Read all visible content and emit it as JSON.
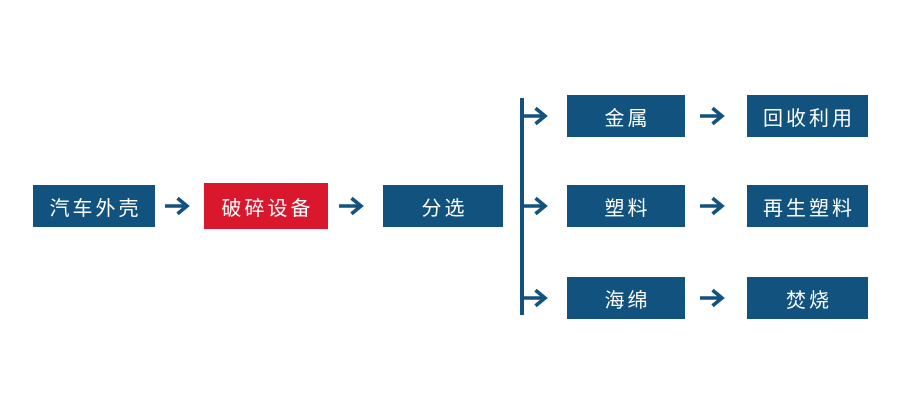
{
  "colors": {
    "primary_blue": "#12527E",
    "accent_red": "#D9182D",
    "text_white": "#FFFFFF",
    "background": "#FFFFFF"
  },
  "flow": {
    "source": {
      "label": "汽车外壳"
    },
    "process": {
      "label": "破碎设备"
    },
    "sorting": {
      "label": "分选"
    },
    "branches": [
      {
        "material": "金属",
        "outcome": "回收利用"
      },
      {
        "material": "塑料",
        "outcome": "再生塑料"
      },
      {
        "material": "海绵",
        "outcome": "焚烧"
      }
    ]
  }
}
